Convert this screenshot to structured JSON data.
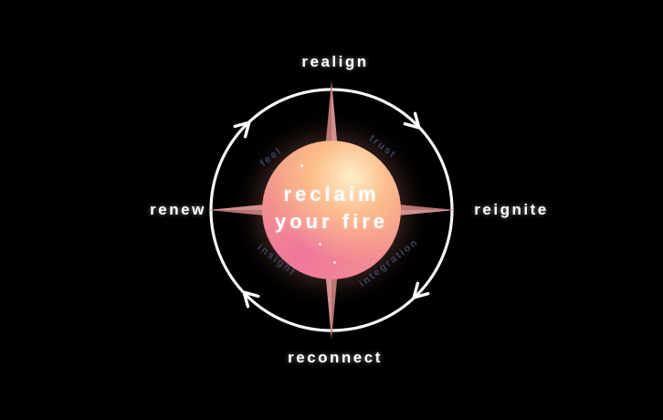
{
  "diagram": {
    "title": "reclaim your fire compass",
    "center": {
      "line1": "reclaim",
      "line2": "your fire"
    },
    "outer_labels": {
      "top": "realign",
      "right": "reignite",
      "bottom": "reconnect",
      "left": "renew"
    },
    "inner_labels": {
      "top_left": "feel",
      "top_right": "trust",
      "bottom_left": "insight",
      "bottom_right": "integration"
    },
    "arrows": {
      "direction": "clockwise",
      "count": 4
    },
    "colors": {
      "background": "#000000",
      "ring": "#ffffff",
      "compass_light": "#d09190",
      "compass_dark": "#b57372",
      "inner_label_text": "#36435c",
      "outer_label_text": "#ffffff",
      "center_text": "#ffffff",
      "orb_gradient_top": "#fce7bd",
      "orb_gradient_mid": "#f8ad7e",
      "orb_gradient_bottom": "#ee8da6"
    }
  }
}
